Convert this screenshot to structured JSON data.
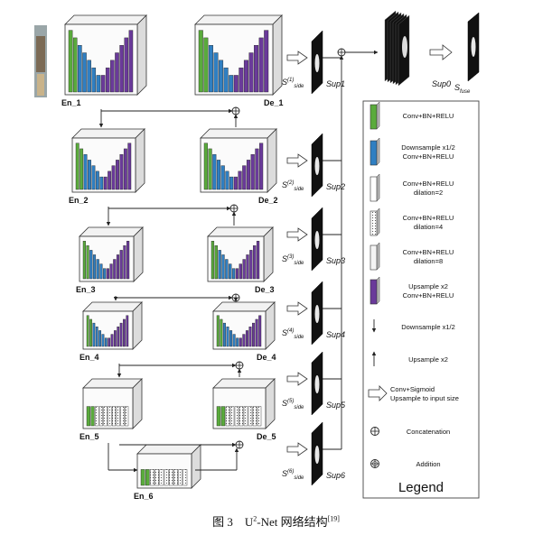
{
  "encoders": [
    "En_1",
    "En_2",
    "En_3",
    "En_4",
    "En_5",
    "En_6"
  ],
  "decoders": [
    "De_1",
    "De_2",
    "De_3",
    "De_4",
    "De_5"
  ],
  "side_labels": [
    "S(1)side",
    "S(2)side",
    "S(3)side",
    "S(4)side",
    "S(5)side",
    "S(6)side"
  ],
  "side_parts": [
    {
      "main": "S",
      "sup": "(1)",
      "sub": "side"
    },
    {
      "main": "S",
      "sup": "(2)",
      "sub": "side"
    },
    {
      "main": "S",
      "sup": "(3)",
      "sub": "side"
    },
    {
      "main": "S",
      "sup": "(4)",
      "sub": "side"
    },
    {
      "main": "S",
      "sup": "(5)",
      "sub": "side"
    },
    {
      "main": "S",
      "sup": "(6)",
      "sub": "side"
    }
  ],
  "sup_labels": [
    "Sup1",
    "Sup2",
    "Sup3",
    "Sup4",
    "Sup5",
    "Sup6"
  ],
  "sup0_label": "Sup0",
  "fuse": {
    "main": "S",
    "sub": "fuse"
  },
  "legend": {
    "title": "Legend",
    "items": [
      {
        "icon": "green-block-icon",
        "lines": [
          "Conv+BN+RELU"
        ]
      },
      {
        "icon": "blue-block-icon",
        "lines": [
          "Downsample x1/2",
          "Conv+BN+RELU"
        ]
      },
      {
        "icon": "white-block-icon",
        "lines": [
          "Conv+BN+RELU",
          "dilation=2"
        ]
      },
      {
        "icon": "dotted-block-icon",
        "lines": [
          "Conv+BN+RELU",
          "dilation=4"
        ]
      },
      {
        "icon": "light-block-icon",
        "lines": [
          "Conv+BN+RELU",
          "dilation=8"
        ]
      },
      {
        "icon": "purple-block-icon",
        "lines": [
          "Upsample x2",
          "Conv+BN+RELU"
        ]
      },
      {
        "icon": "down-arrow-icon",
        "lines": [
          "Downsample x1/2"
        ]
      },
      {
        "icon": "up-arrow-icon",
        "lines": [
          "Upsample x2"
        ]
      },
      {
        "icon": "right-arrow-icon",
        "lines": [
          "Conv+Sigmoid",
          "Upsample to input size"
        ]
      },
      {
        "icon": "concat-icon",
        "lines": [
          "Concatenation"
        ]
      },
      {
        "icon": "addition-icon",
        "lines": [
          "Addition"
        ]
      }
    ]
  },
  "colors": {
    "green": "#5aab3c",
    "blue": "#2f7fc2",
    "purple": "#6a3a9a",
    "map": "#111111"
  },
  "caption": {
    "fig": "图 3",
    "pre": "U",
    "sup1": "2",
    "text": "-Net 网络结构",
    "ref": "[19]"
  }
}
